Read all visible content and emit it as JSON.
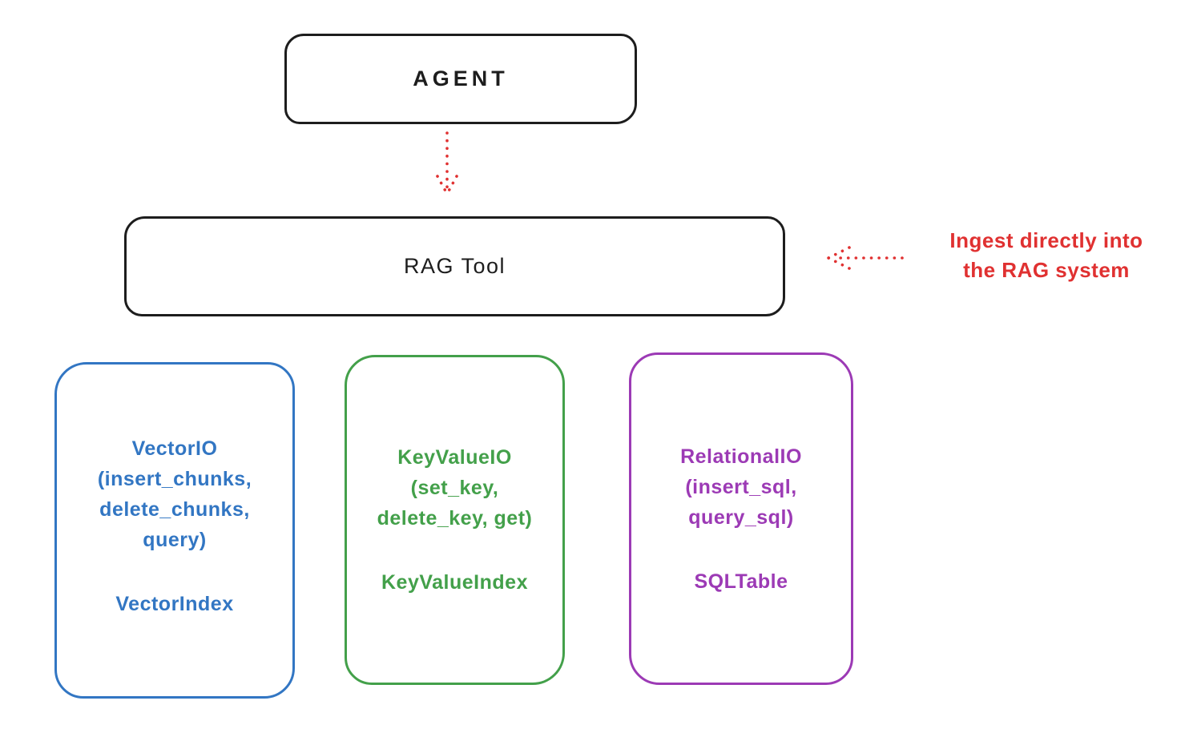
{
  "colors": {
    "black": "#1d1d1d",
    "red": "#e03131",
    "blue": "#3276c3",
    "green": "#43a04a",
    "purple": "#9c3ab5"
  },
  "agent": {
    "label": "AGENT"
  },
  "rag_tool": {
    "label": "RAG Tool"
  },
  "annotation": {
    "line1": "Ingest directly into",
    "line2": "the RAG system"
  },
  "arrows": [
    {
      "name": "agent-to-ragtool-arrow",
      "style": "dotted",
      "color": "#e03131",
      "direction": "down"
    },
    {
      "name": "ingest-into-ragtool-arrow",
      "style": "dotted",
      "color": "#e03131",
      "direction": "left"
    }
  ],
  "modules": [
    {
      "id": "vector-io",
      "color": "#3276c3",
      "lines": [
        "VectorIO",
        "(insert_chunks,",
        "delete_chunks,",
        "query)"
      ],
      "index": "VectorIndex"
    },
    {
      "id": "keyvalue-io",
      "color": "#43a04a",
      "lines": [
        "KeyValueIO",
        "(set_key,",
        "delete_key, get)"
      ],
      "index": "KeyValueIndex"
    },
    {
      "id": "relational-io",
      "color": "#9c3ab5",
      "lines": [
        "RelationalIO",
        "(insert_sql,",
        "query_sql)"
      ],
      "index": "SQLTable"
    }
  ]
}
